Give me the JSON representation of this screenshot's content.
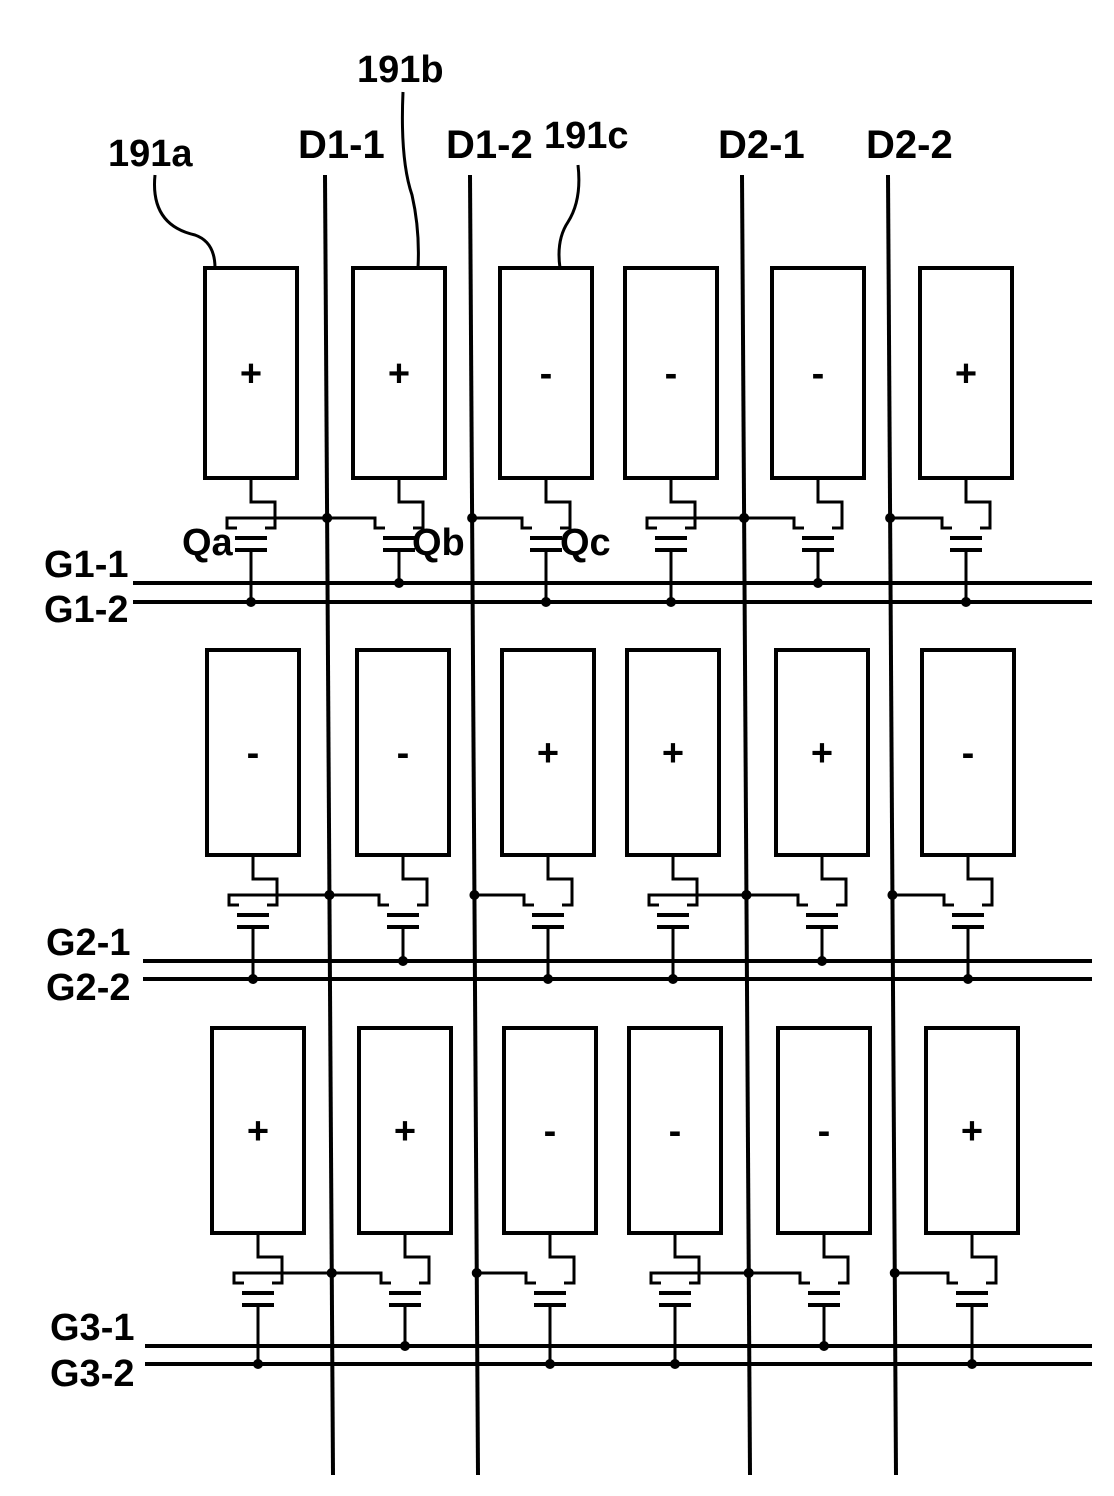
{
  "labels": {
    "pixel_a": "191a",
    "pixel_b": "191b",
    "pixel_c": "191c",
    "switch_a": "Qa",
    "switch_b": "Qb",
    "switch_c": "Qc"
  },
  "data_lines": [
    "D1-1",
    "D1-2",
    "D2-1",
    "D2-2"
  ],
  "gate_lines": [
    "G1-1",
    "G1-2",
    "G2-1",
    "G2-2",
    "G3-1",
    "G3-2"
  ],
  "pixel_rows": [
    [
      "+",
      "+",
      "-",
      "-",
      "-",
      "+"
    ],
    [
      "-",
      "-",
      "+",
      "+",
      "+",
      "-"
    ],
    [
      "+",
      "+",
      "-",
      "-",
      "-",
      "+"
    ]
  ],
  "colors": {
    "line": "#000000",
    "background": "#ffffff"
  }
}
